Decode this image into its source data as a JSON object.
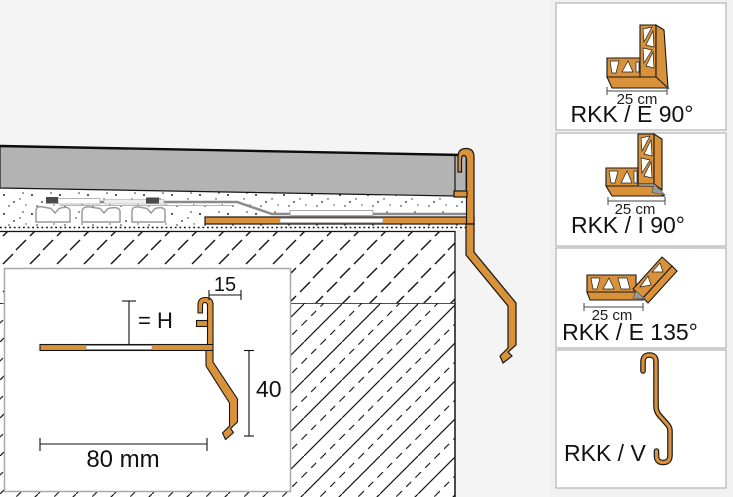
{
  "colors": {
    "profile_orange": "#D9913A",
    "tile_gray": "#B3B3B3",
    "background": "#F4F4F4",
    "panel_background": "#FFFFFF",
    "line": "#1A1A1A"
  },
  "main_section": {
    "inset_detail": {
      "dim_joint_width": "15",
      "dim_tile_height": "= H",
      "dim_face_height": "40",
      "dim_leg_length": "80 mm"
    }
  },
  "sidebar": {
    "panels": [
      {
        "label": "RKK / E 90°",
        "dim": "25 cm"
      },
      {
        "label": "RKK / I 90°",
        "dim": "25 cm"
      },
      {
        "label": "RKK / E 135°",
        "dim": "25 cm"
      },
      {
        "label": "RKK / V"
      }
    ]
  }
}
